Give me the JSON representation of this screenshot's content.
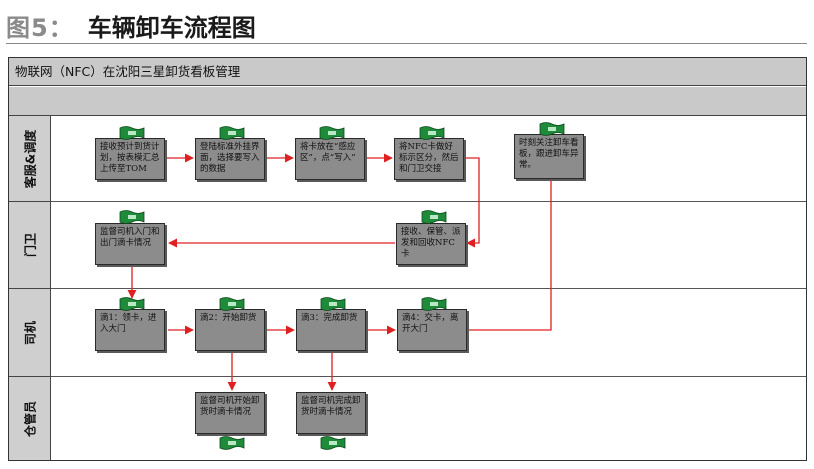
{
  "figure": {
    "number": "图5：",
    "title": "车辆卸车流程图"
  },
  "diagram": {
    "header": "物联网（NFC）在沈阳三星卸货看板管理",
    "lanes": [
      {
        "label": "客服&调度"
      },
      {
        "label": "门卫"
      },
      {
        "label": "司机"
      },
      {
        "label": "仓管员"
      }
    ],
    "nodes": {
      "upload": "接收预计到货计划，按表模汇总上传至TOM",
      "login": "登陆标准外挂界面，选择要写入的数据",
      "place_card": "将卡放在“感应区”，点“写入”",
      "mark_nfc": "将NFC卡做好标示区分，然后和门卫交接",
      "monitor_timing": "时刻关注卸车看板，跟进卸车异常。",
      "supervise_gate": "监督司机入门和出门滴卡情况",
      "receive_card": "接收、保管、派发和回收NFC卡",
      "drip1": "滴1：领卡，进入大门",
      "drip2": "滴2：开始卸货",
      "drip3": "滴3：完成卸货",
      "drip4": "滴4：交卡，离开大门",
      "supervise_start": "监督司机开始卸货时滴卡情况",
      "supervise_finish": "监督司机完成卸货时滴卡情况"
    },
    "colors": {
      "box": "#8c8c8c",
      "arrow": "#e02020",
      "lane": "#cfcfcf",
      "header": "#c9c9c9",
      "flag": "#1f8a3a"
    }
  }
}
